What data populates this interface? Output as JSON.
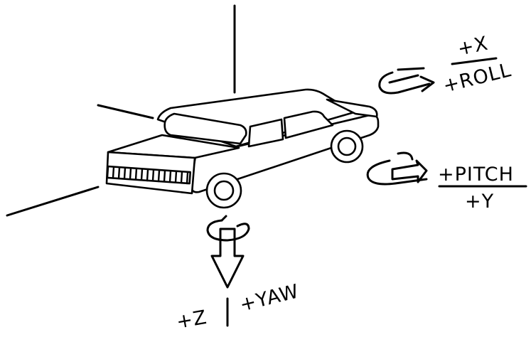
{
  "labels": {
    "x": "+X",
    "roll": "+ROLL",
    "pitch": "+PITCH",
    "y": "+Y",
    "z": "+Z",
    "yaw": "+YAW"
  }
}
